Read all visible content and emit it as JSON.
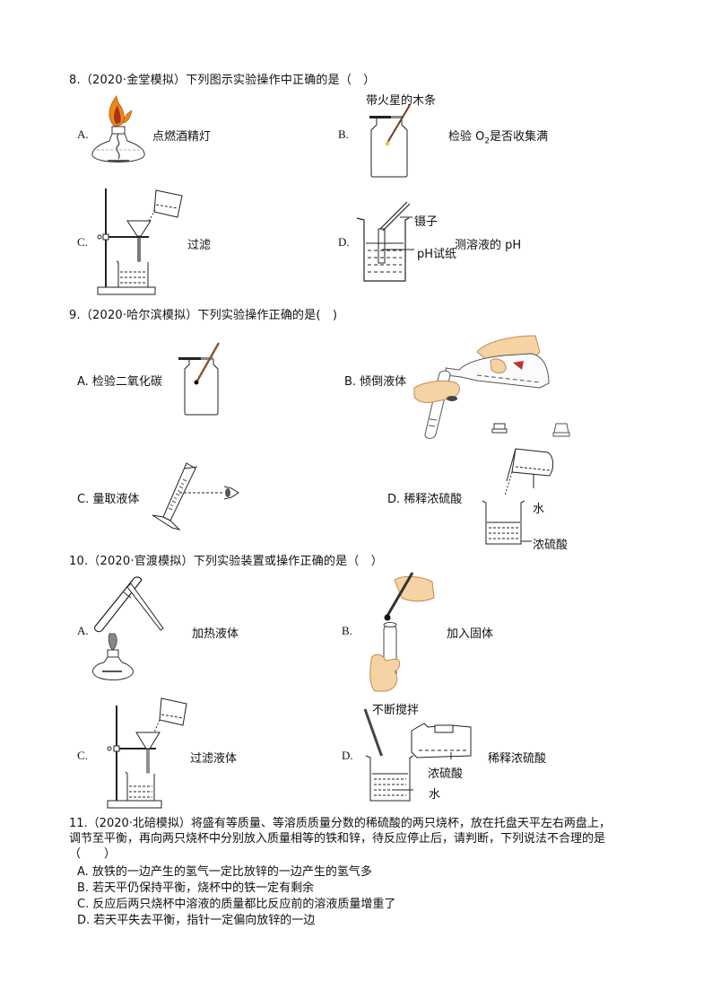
{
  "questions": [
    {
      "number": "8.",
      "title": "8.（2020·金堂模拟）下列图示实验操作中正确的是（　）",
      "options": [
        {
          "letter": "A.",
          "text": "点燃酒精灯",
          "image": "alcohol-lamp-lighting"
        },
        {
          "letter": "B.",
          "text_pre": "检验 O",
          "text_sub": "2",
          "text_post": "是否收集满",
          "image": "gas-bottle-glowing-splint",
          "label_top": "带火星的木条"
        },
        {
          "letter": "C.",
          "text": "过滤",
          "image": "filtration-setup"
        },
        {
          "letter": "D.",
          "text": "测溶液的 pH",
          "image": "beaker-ph-paper",
          "label_tweezers": "镊子",
          "label_paper": "pH试纸"
        }
      ]
    },
    {
      "number": "9.",
      "title": "9.（2020·哈尔滨模拟）下列实验操作正确的是(　)",
      "options": [
        {
          "letter": "A.",
          "text": "A. 检验二氧化碳",
          "image": "gas-bottle-splint"
        },
        {
          "letter": "B.",
          "text": "B. 倾倒液体",
          "image": "pouring-liquid-hands"
        },
        {
          "letter": "C.",
          "text": "C. 量取液体",
          "image": "graduated-cylinder-eye"
        },
        {
          "letter": "D.",
          "text": "D. 稀释浓硫酸",
          "image": "dilute-acid-pour",
          "label_water": "水",
          "label_acid": "浓硫酸"
        }
      ]
    },
    {
      "number": "10.",
      "title": "10.（2020·官渡模拟）下列实验装置或操作正确的是（　）",
      "options": [
        {
          "letter": "A.",
          "text": "加热液体",
          "image": "heating-test-tube"
        },
        {
          "letter": "B.",
          "text": "加入固体",
          "image": "adding-solid-tweezers"
        },
        {
          "letter": "C.",
          "text": "过滤液体",
          "image": "filtration-setup-2"
        },
        {
          "letter": "D.",
          "text": "稀释浓硫酸",
          "image": "dilute-acid-stir",
          "label_stir": "不断搅拌",
          "label_acid": "浓硫酸",
          "label_water": "水"
        }
      ]
    },
    {
      "number": "11.",
      "title_lines": [
        "11.（2020·北碚模拟）将盛有等质量、等溶质质量分数的稀硫酸的两只烧杯，放在托盘天平左右两盘上，",
        "调节至平衡，再向两只烧杯中分别放入质量相等的铁和锌，待反应停止后，请判断，下列说法不合理的是",
        "（　　）"
      ],
      "options": [
        {
          "letter": "A.",
          "text": "A. 放铁的一边产生的氢气一定比放锌的一边产生的氢气多"
        },
        {
          "letter": "B.",
          "text": "B. 若天平仍保持平衡，烧杯中的铁一定有剩余"
        },
        {
          "letter": "C.",
          "text": "C. 反应后两只烧杯中溶液的质量都比反应前的溶液质量增重了"
        },
        {
          "letter": "D.",
          "text": "D. 若天平失去平衡，指针一定偏向放锌的一边"
        }
      ]
    }
  ],
  "colors": {
    "text": "#111111",
    "flame_outer": "#e88a1a",
    "flame_inner": "#a8321a",
    "splint": "#7a4a2a",
    "skin": "#f6d3a4",
    "skin_line": "#c08a55",
    "line": "#222222"
  }
}
